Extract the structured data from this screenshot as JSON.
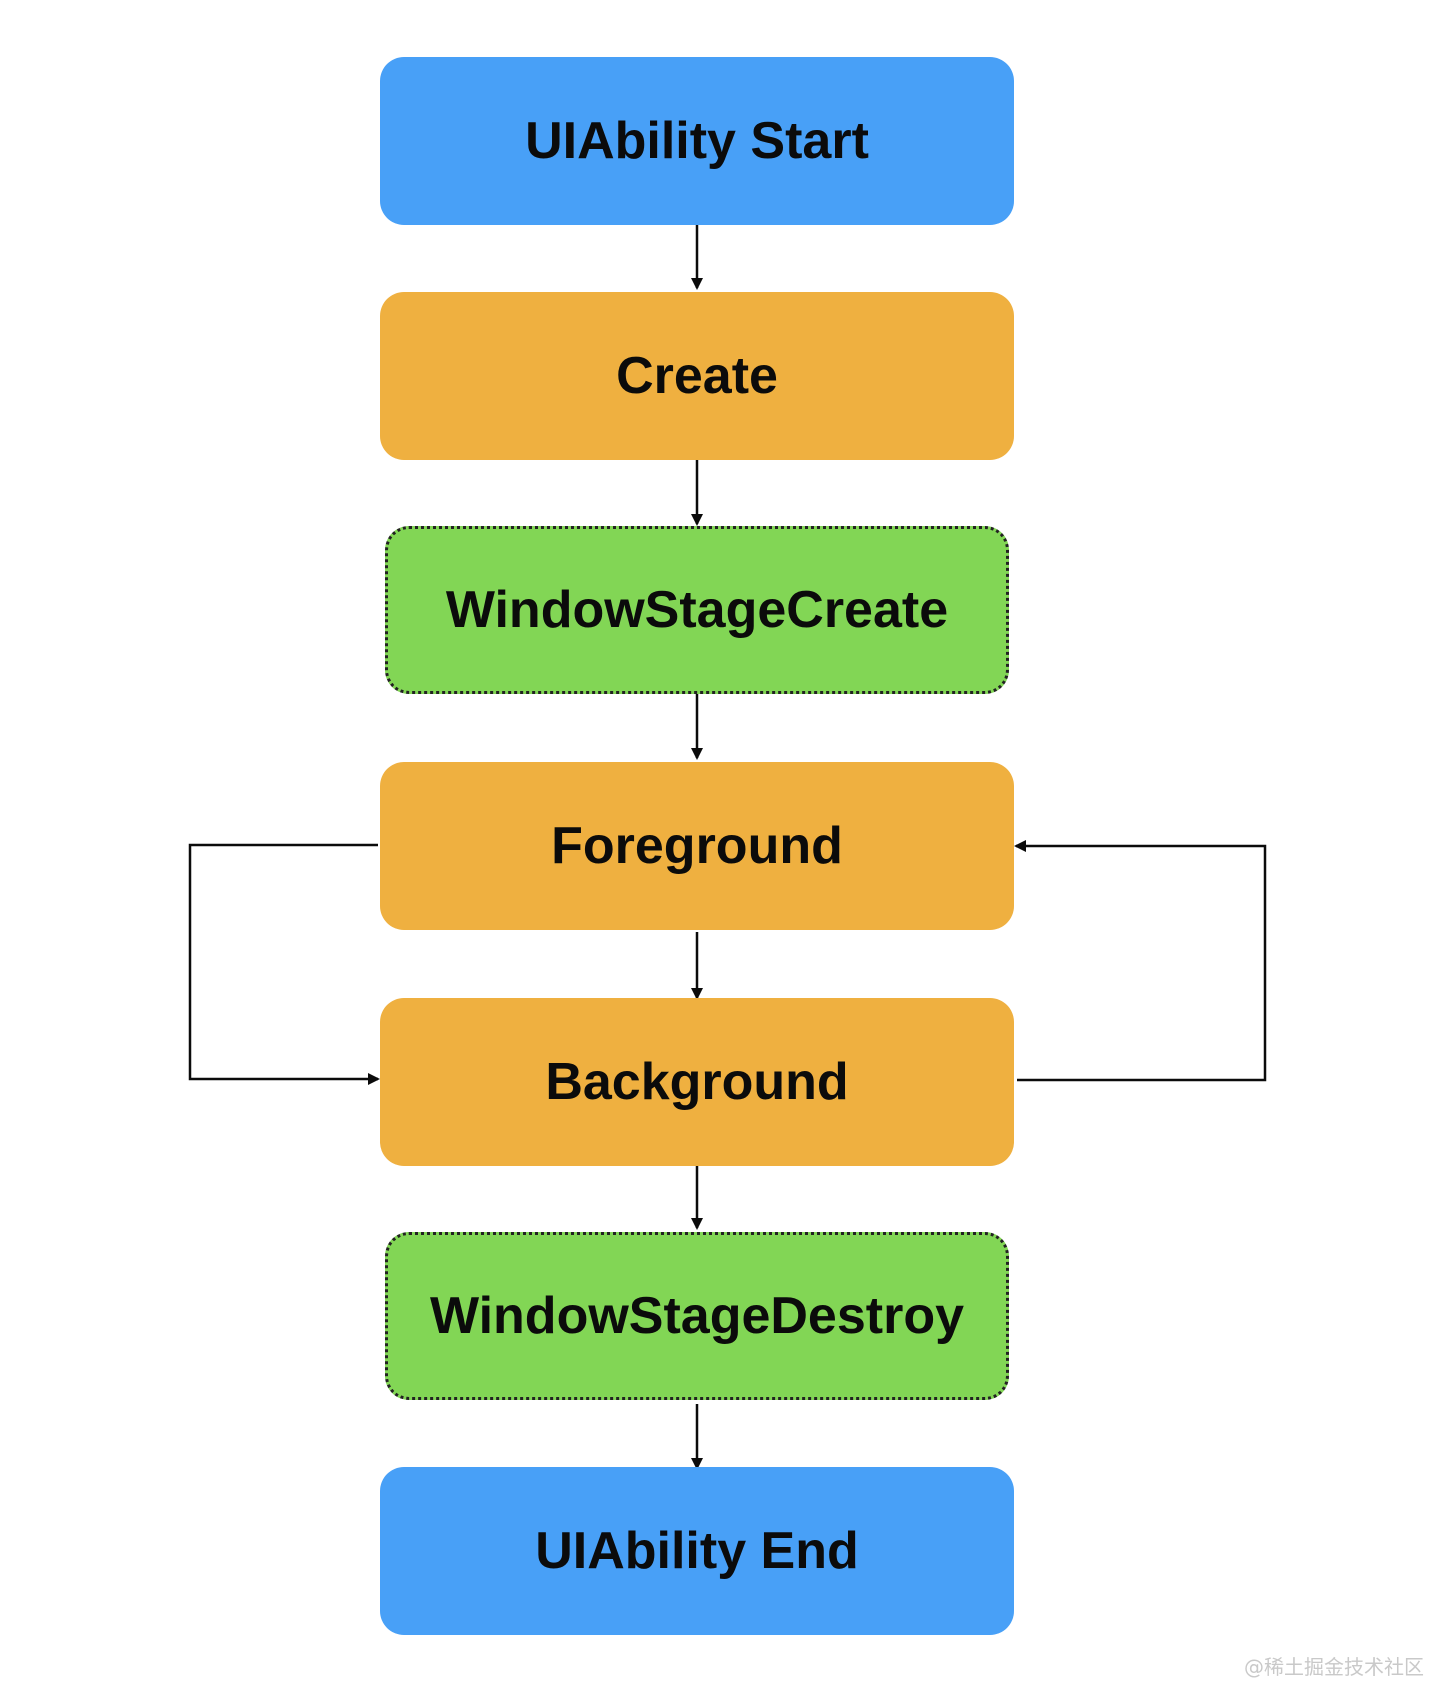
{
  "colors": {
    "start_end": "#48a0f7",
    "lifecycle": "#efb040",
    "window_stage": "#82d655",
    "connector": "#0b0b0b"
  },
  "nodes": {
    "start": {
      "label": "UIAbility Start"
    },
    "create": {
      "label": "Create"
    },
    "window_stage_create": {
      "label": "WindowStageCreate"
    },
    "foreground": {
      "label": "Foreground"
    },
    "background": {
      "label": "Background"
    },
    "window_stage_destroy": {
      "label": "WindowStageDestroy"
    },
    "end": {
      "label": "UIAbility End"
    }
  },
  "watermark": "@稀土掘金技术社区"
}
